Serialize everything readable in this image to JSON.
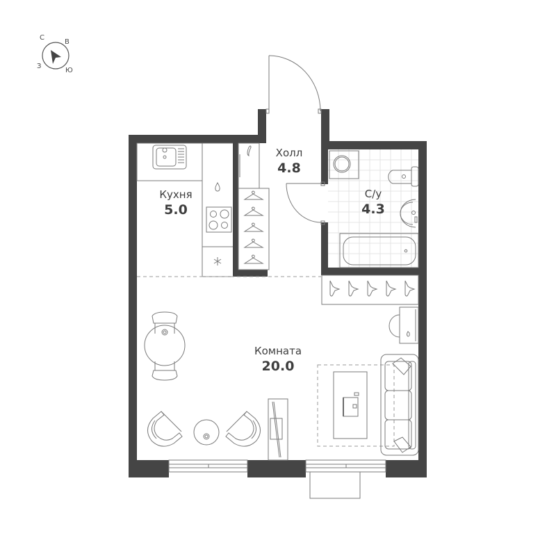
{
  "compass": {
    "north": "С",
    "east": "В",
    "west": "З",
    "south": "Ю"
  },
  "rooms": {
    "kitchen": {
      "name": "Кухня",
      "area": "5.0"
    },
    "hall": {
      "name": "Холл",
      "area": "4.8"
    },
    "bathroom": {
      "name": "С/у",
      "area": "4.3"
    },
    "living": {
      "name": "Комната",
      "area": "20.0"
    }
  },
  "colors": {
    "wall": "#454545",
    "line": "#7a7a7a",
    "text": "#3e3e3e"
  }
}
